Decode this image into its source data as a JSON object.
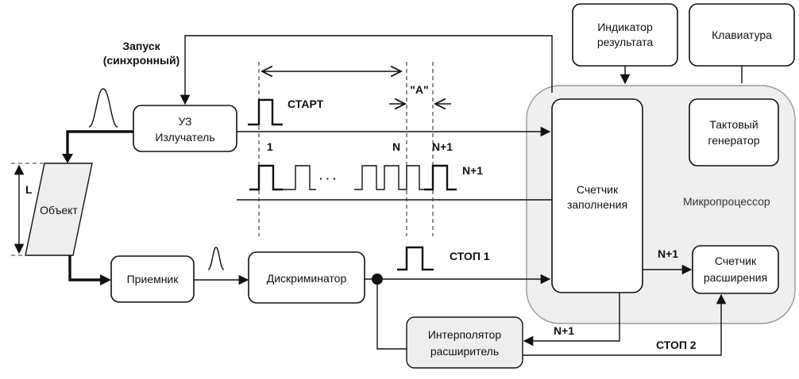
{
  "blocks": {
    "emitter": [
      "УЗ",
      "Излучатель"
    ],
    "object": "Объект",
    "receiver": "Приемник",
    "discriminator": "Дискриминатор",
    "interpolator": [
      "Интерполятор",
      "расширитель"
    ],
    "indicator": [
      "Индикатор",
      "результата"
    ],
    "keyboard": "Клавиатура",
    "clock": [
      "Тактовый",
      "генератор"
    ],
    "fill_counter": [
      "Счетчик",
      "заполнения"
    ],
    "ext_counter": [
      "Счетчик",
      "расширения"
    ],
    "microprocessor": "Микропроцессор"
  },
  "labels": {
    "launch": [
      "Запуск",
      "(синхронный)"
    ],
    "start": "СТАРТ",
    "stop1": "СТОП 1",
    "stop2": "СТОП 2",
    "a_interval": "\"A\"",
    "distance": "L",
    "pulse_1": "1",
    "pulse_n": "N",
    "pulse_n1": "N+1",
    "pulse_n1_right": "N+1",
    "ellipsis": "· · ·",
    "n1_to_ext": "N+1",
    "n1_to_interp": "N+1"
  }
}
